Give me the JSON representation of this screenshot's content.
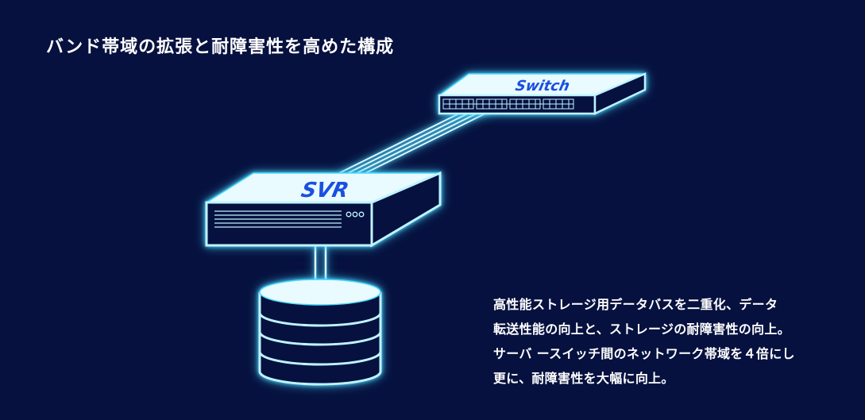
{
  "title": "バンド帯域の拡張と耐障害性を高めた構成",
  "devices": {
    "switch_label": "Switch",
    "server_label": "SVR"
  },
  "description": [
    "高性能ストレージ用データバスを二重化、データ",
    "転送性能の向上と、ストレージの耐障害性の向上。",
    "サーバ ースイッチ間のネットワーク帯域を４倍にし",
    "更に、耐障害性を大幅に向上。"
  ],
  "colors": {
    "background": "#06113f",
    "outline_glow": "#4ad8ff",
    "device_label": "#1b4fe0"
  }
}
